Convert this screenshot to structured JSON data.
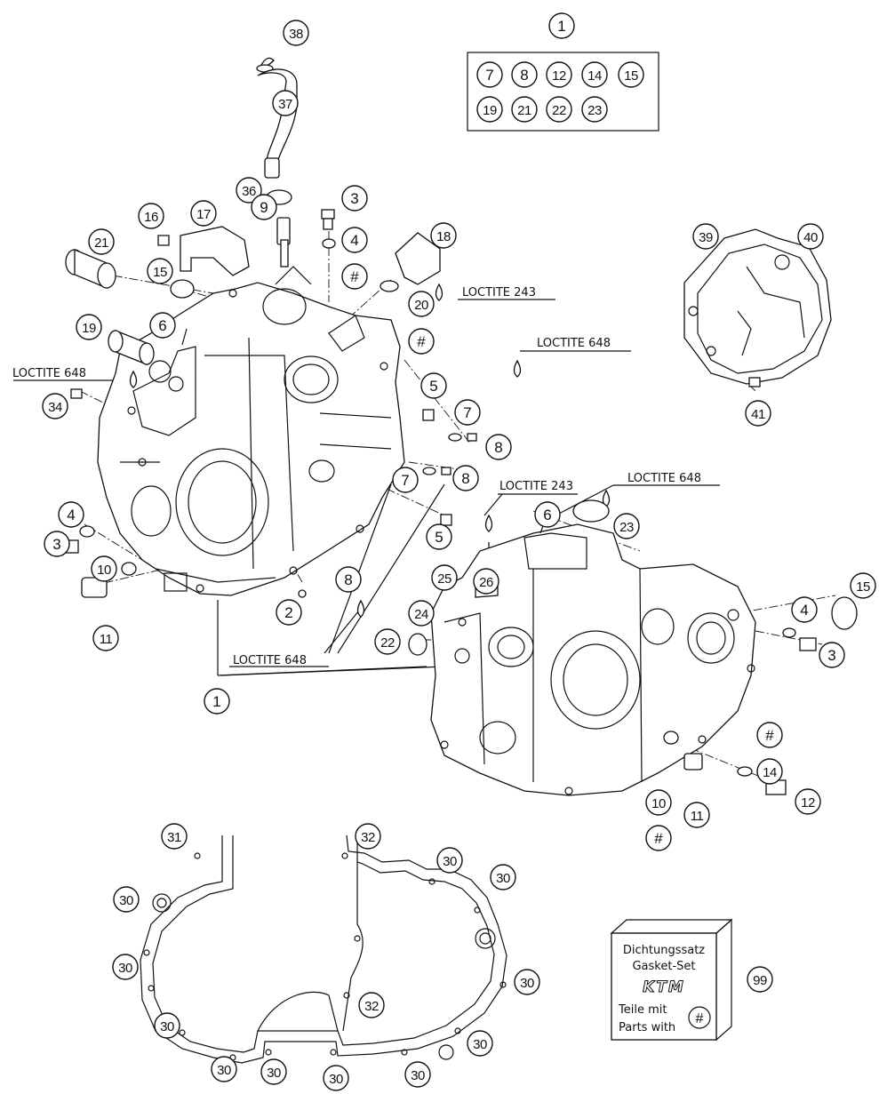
{
  "callouts": {
    "c1": "1",
    "c2": "2",
    "c3": "3",
    "c4": "4",
    "c5": "5",
    "c6": "6",
    "c7": "7",
    "c8": "8",
    "c9": "9",
    "c10": "10",
    "c11": "11",
    "c12": "12",
    "c14": "14",
    "c15": "15",
    "c16": "16",
    "c17": "17",
    "c18": "18",
    "c19": "19",
    "c20": "20",
    "c21": "21",
    "c22": "22",
    "c23": "23",
    "c24": "24",
    "c25": "25",
    "c26": "26",
    "c30": "30",
    "c31": "31",
    "c32": "32",
    "c34": "34",
    "c36": "36",
    "c37": "37",
    "c38": "38",
    "c39": "39",
    "c40": "40",
    "c41": "41",
    "c99": "99",
    "hash": "#"
  },
  "labels": {
    "loctite_243": "LOCTITE 243",
    "loctite_648": "LOCTITE 648"
  },
  "kit_box": {
    "line1": "Dichtungssatz",
    "line2": "Gasket-Set",
    "brand": "KTM",
    "line3": "Teile mit",
    "line4": "Parts with",
    "badge": "#"
  }
}
